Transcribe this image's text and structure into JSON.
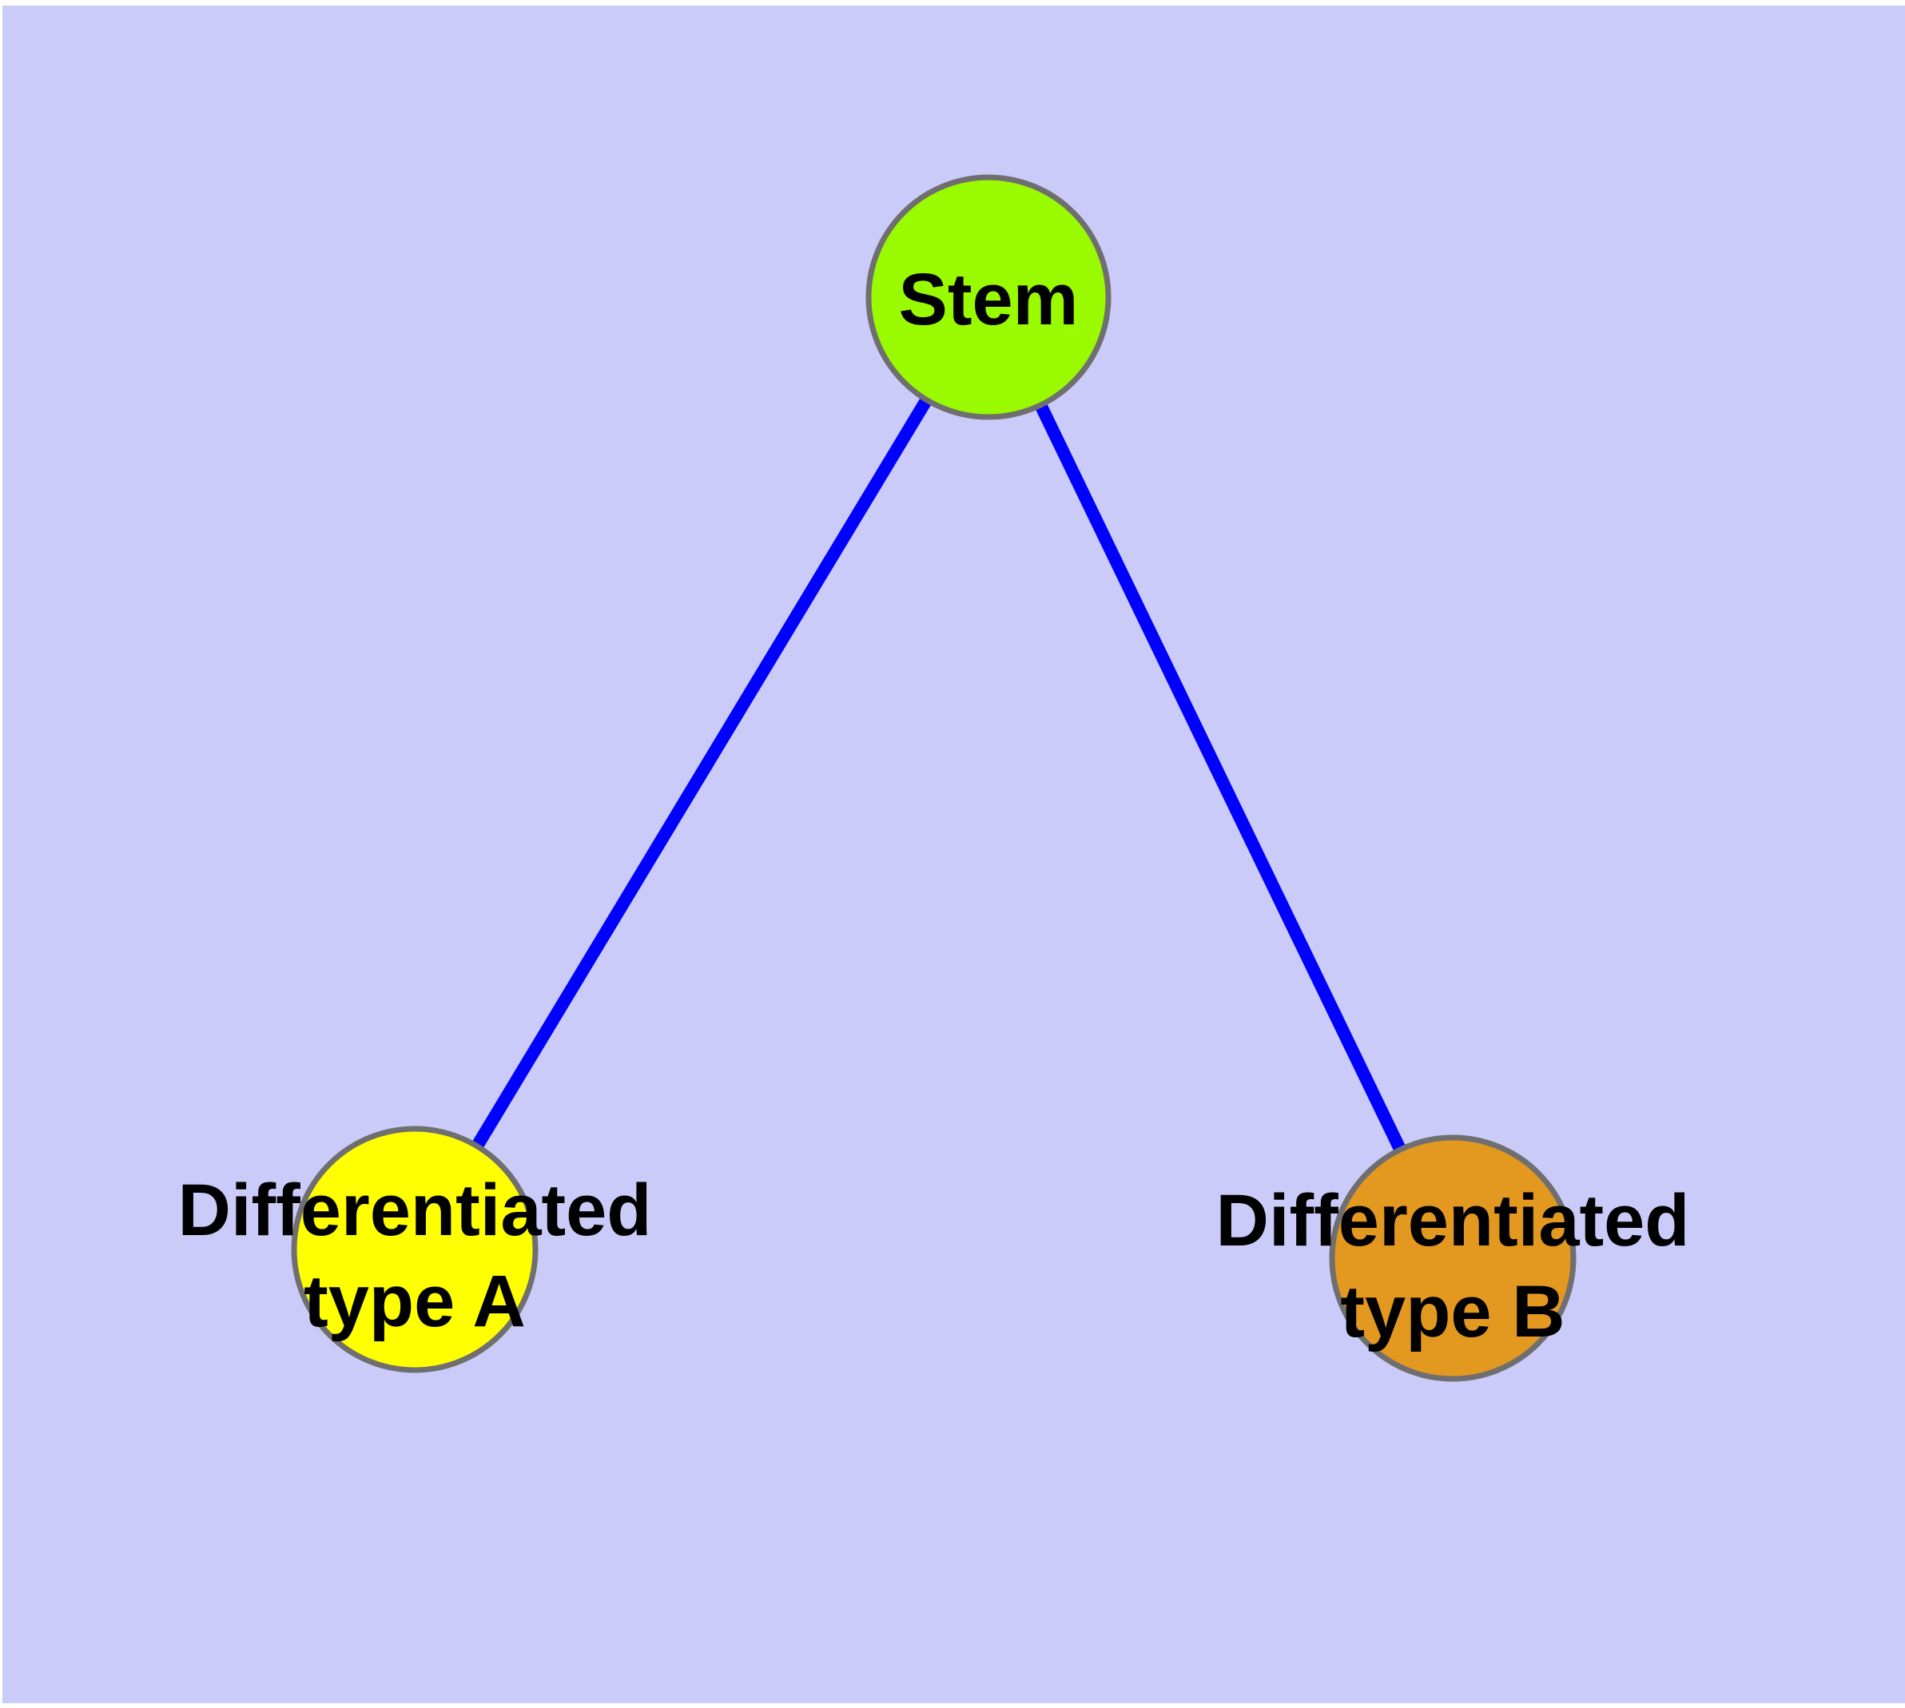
{
  "diagram": {
    "type": "graph",
    "description": "Stem cell differentiation tree: one stem node connected to two differentiated cell type nodes",
    "colors": {
      "page_background": "#FFFFFF",
      "panel_background": "#CBCBFA",
      "edge_color": "#0000FF",
      "node_border_color": "#6F6F6F",
      "label_color": "#000000",
      "stem_fill": "#9AFA00",
      "type_a_fill": "#FFFF00",
      "type_b_fill": "#E39820"
    },
    "nodes": [
      {
        "id": "stem",
        "label": "Stem",
        "fill": "#9AFA00"
      },
      {
        "id": "differentiated-type-a",
        "label_line1": "Differentiated",
        "label_line2": "type A",
        "fill": "#FFFF00"
      },
      {
        "id": "differentiated-type-b",
        "label_line1": "Differentiated",
        "label_line2": "type B",
        "fill": "#E39820"
      }
    ],
    "edges": [
      {
        "from": "Stem",
        "to": "Differentiated type A"
      },
      {
        "from": "Stem",
        "to": "Differentiated type B"
      }
    ]
  }
}
